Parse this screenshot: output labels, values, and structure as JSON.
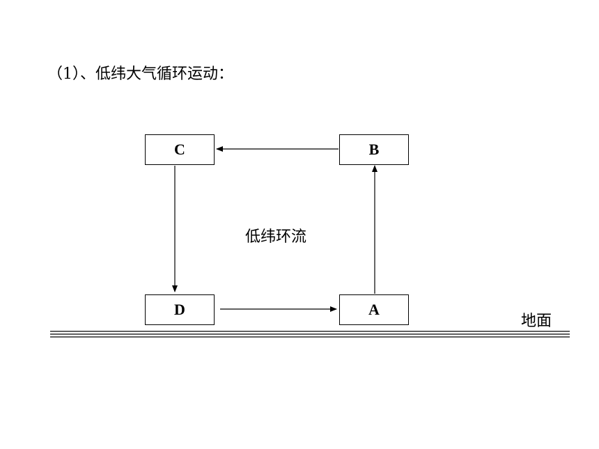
{
  "heading": "（1）、低纬大气循环运动：",
  "nodes": {
    "a": "A",
    "b": "B",
    "c": "C",
    "d": "D"
  },
  "center_label": "低纬环流",
  "ground_label": "地面",
  "edges": [
    {
      "from": "D",
      "to": "A"
    },
    {
      "from": "A",
      "to": "B"
    },
    {
      "from": "B",
      "to": "C"
    },
    {
      "from": "C",
      "to": "D"
    }
  ]
}
